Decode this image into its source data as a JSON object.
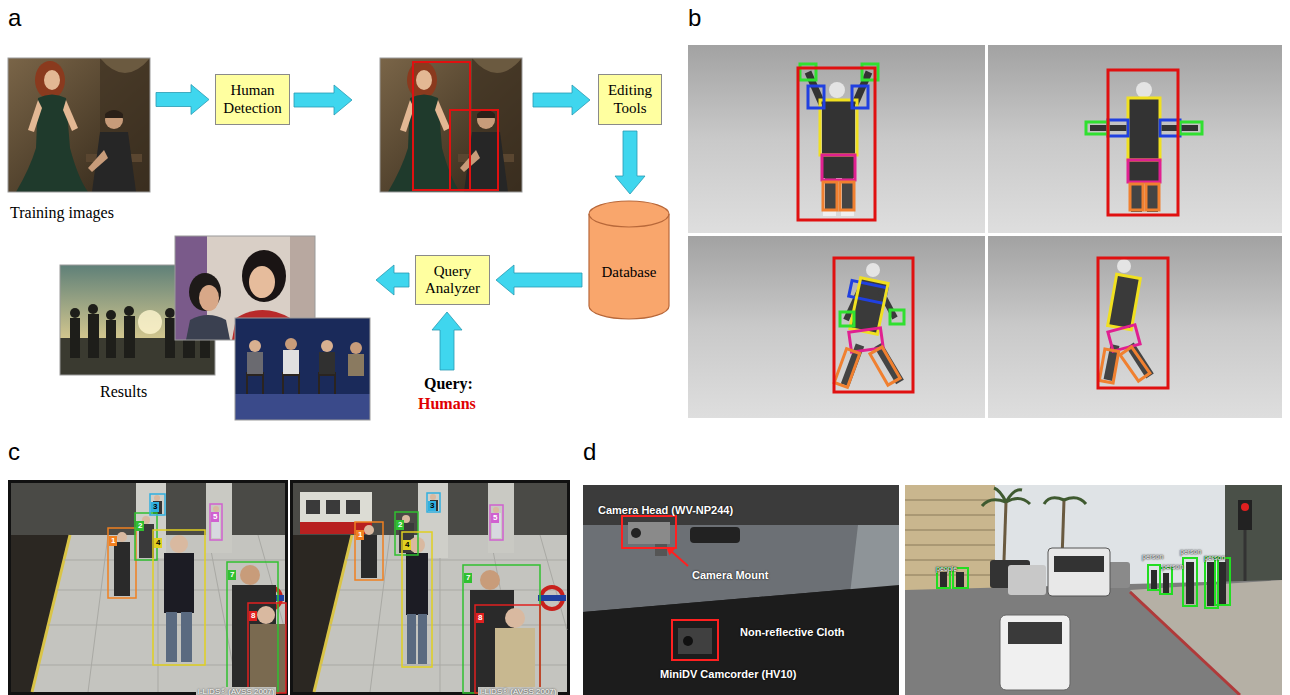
{
  "diagram": {
    "nodes": [
      {
        "text": [
          "Training images"
        ]
      },
      {
        "text": [
          "Human Detection"
        ]
      },
      {
        "text": [
          "Editing Tools"
        ]
      },
      {
        "text": [
          "Database"
        ]
      },
      {
        "text": [
          "Query Analyzer"
        ]
      },
      {
        "text": [
          "Results"
        ]
      }
    ],
    "edges": [
      {
        "from": 0,
        "to": 1,
        "arrow": "to"
      },
      {
        "from": 2,
        "to": 3,
        "arrow": "to"
      },
      {
        "from": 3,
        "to": 4,
        "arrow": "to"
      },
      {
        "from": 4,
        "to": 5,
        "arrow": "to"
      }
    ],
    "labels": [
      "a",
      "b",
      "c",
      "d",
      "Query:",
      "Humans",
      "1",
      "2",
      "3",
      "4",
      "5",
      "7",
      "8",
      "1",
      "2",
      "3",
      "4",
      "5",
      "7",
      "8",
      "i-LIDS® (AVSS 2007)",
      "i-LIDS® (AVSS 2007)",
      "Camera Head (WV-NP244)",
      "Camera Mount",
      "Non-reflective Cloth",
      "MiniDV Camcorder (HV10)",
      "people",
      "person",
      "person",
      "person",
      "person"
    ]
  }
}
